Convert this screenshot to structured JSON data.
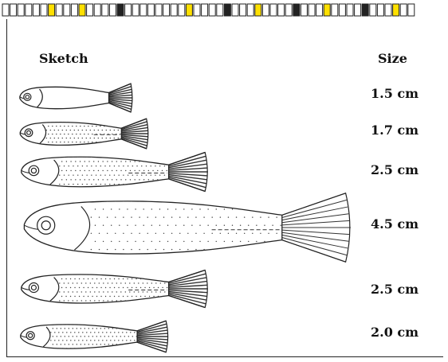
{
  "headers": {
    "sketch": "Sketch",
    "size": "Size"
  },
  "fish": [
    {
      "size": "1.5 cm",
      "speckled": false,
      "lateral_line": false
    },
    {
      "size": "1.7 cm",
      "speckled": true,
      "lateral_line": true
    },
    {
      "size": "2.5 cm",
      "speckled": true,
      "lateral_line": true
    },
    {
      "size": "4.5 cm",
      "speckled": true,
      "lateral_line": true
    },
    {
      "size": "2.5 cm",
      "speckled": true,
      "lateral_line": true
    },
    {
      "size": "2.0 cm",
      "speckled": true,
      "lateral_line": false
    }
  ],
  "ruler": {
    "segments": 54,
    "highlight": {
      "6": "yellow",
      "10": "yellow",
      "24": "yellow",
      "33": "yellow",
      "42": "yellow",
      "51": "yellow",
      "15": "black",
      "29": "black",
      "38": "black",
      "47": "black"
    },
    "colors": {
      "yellow": "#ffe000",
      "black": "#222222",
      "white": "#ffffff"
    }
  }
}
